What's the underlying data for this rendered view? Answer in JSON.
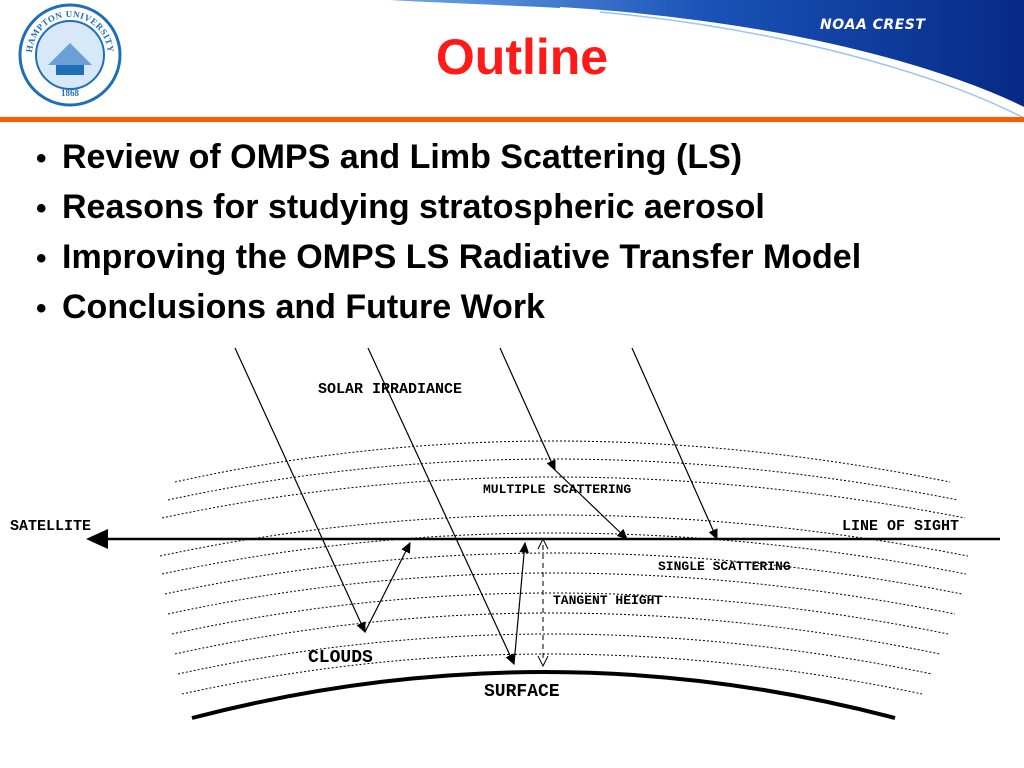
{
  "header": {
    "title": "Outline",
    "seal_text": "HAMPTON UNIVERSITY",
    "seal_year": "1868",
    "partner_logo": "NOAA CREST"
  },
  "bullets": [
    "Review of OMPS and Limb Scattering (LS)",
    "Reasons for studying stratospheric aerosol",
    "Improving the OMPS LS Radiative Transfer Model",
    "Conclusions and Future Work"
  ],
  "diagram": {
    "labels": {
      "solar_irradiance": "SOLAR IRRADIANCE",
      "multiple_scattering": "MULTIPLE SCATTERING",
      "satellite": "SATELLITE",
      "line_of_sight": "LINE OF SIGHT",
      "single_scattering": "SINGLE SCATTERING",
      "tangent_height": "TANGENT HEIGHT",
      "clouds": "CLOUDS",
      "surface": "SURFACE"
    }
  },
  "colors": {
    "title": "#ff1a1a",
    "rule": "#ff5a00",
    "swoosh": "#0a3d9c",
    "seal": "#1f6fb8"
  }
}
